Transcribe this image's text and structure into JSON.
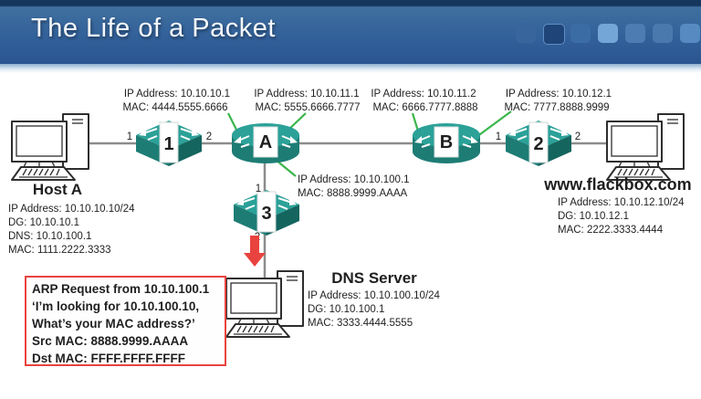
{
  "header": {
    "title": "The Life of a Packet",
    "square_colors": [
      "#38659c",
      "#1f4478",
      "#3c6ca4",
      "#74a7d8",
      "#4c7cb2",
      "#4a79ae",
      "#578ac0"
    ]
  },
  "diagram": {
    "interface_labels": [
      {
        "ip": "IP Address: 10.10.10.1",
        "mac": "MAC: 4444.5555.6666"
      },
      {
        "ip": "IP Address: 10.10.11.1",
        "mac": "MAC: 5555.6666.7777"
      },
      {
        "ip": "IP Address: 10.10.11.2",
        "mac": "MAC: 6666.7777.8888"
      },
      {
        "ip": "IP Address: 10.10.12.1",
        "mac": "MAC: 7777.8888.9999"
      },
      {
        "ip": "IP Address: 10.10.100.1",
        "mac": "MAC: 8888.9999.AAAA"
      }
    ],
    "host_a": {
      "name": "Host A",
      "info": [
        "IP Address: 10.10.10.10/24",
        "DG: 10.10.10.1",
        "DNS: 10.10.100.1",
        "MAC: 1111.2222.3333"
      ]
    },
    "web_server": {
      "name": "www.flackbox.com",
      "info": [
        "IP Address: 10.10.12.10/24",
        "DG: 10.10.12.1",
        "MAC: 2222.3333.4444"
      ]
    },
    "dns_server": {
      "name": "DNS Server",
      "info": [
        "IP Address: 10.10.100.10/24",
        "DG: 10.10.100.1",
        "MAC: 3333.4444.5555"
      ]
    },
    "switch1": {
      "label": "1",
      "port_left": "1",
      "port_right": "2"
    },
    "switch2": {
      "label": "2",
      "port_left": "1",
      "port_right": "2"
    },
    "switch3": {
      "label": "3",
      "port_top": "1",
      "port_bottom": "2"
    },
    "router_a": {
      "label": "A"
    },
    "router_b": {
      "label": "B"
    },
    "arp_box": {
      "lines": [
        "ARP Request from 10.10.100.1",
        "‘I’m looking for 10.10.100.10,",
        "What’s your MAC address?’",
        "Src MAC: 8888.9999.AAAA",
        "Dst MAC: FFFF.FFFF.FFFF"
      ]
    },
    "colors": {
      "switch_top": "#2ba198",
      "switch_left": "#1d7d75",
      "switch_right": "#15655f",
      "router_top": "#2ba198",
      "router_body": "#1d7d75",
      "green_callout": "#3cb64c",
      "red_accent": "#e8433e",
      "wire_grey": "#8c8c8c"
    }
  }
}
